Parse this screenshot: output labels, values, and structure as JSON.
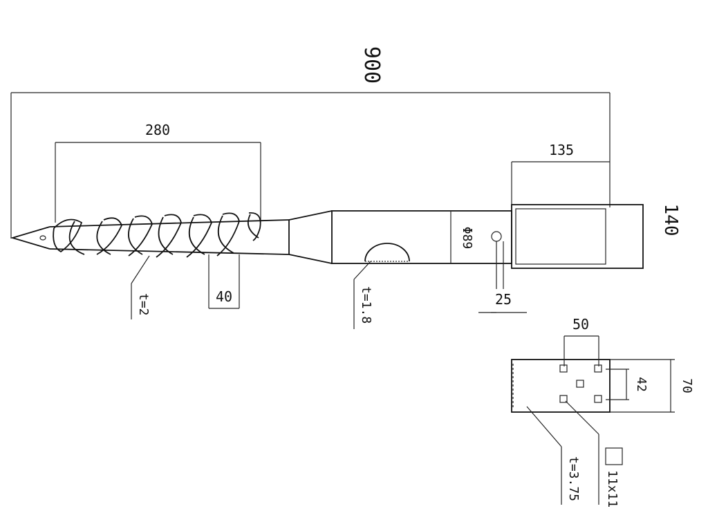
{
  "drawing": {
    "dimensions": {
      "total_length": "900",
      "helix_length": "280",
      "bracket_length": "135",
      "bracket_width": "140",
      "thread_pitch": "40",
      "pipe_diameter": "Φ89",
      "hole_diameter": "25"
    },
    "thickness": {
      "helix_plate": "t=2",
      "pipe_wall": "t=1.8",
      "base_plate": "t=3.75"
    },
    "base_plate": {
      "hole_spacing_x": "50",
      "hole_spacing_y": "42",
      "plate_height": "70",
      "hole_size": "11x11"
    }
  }
}
